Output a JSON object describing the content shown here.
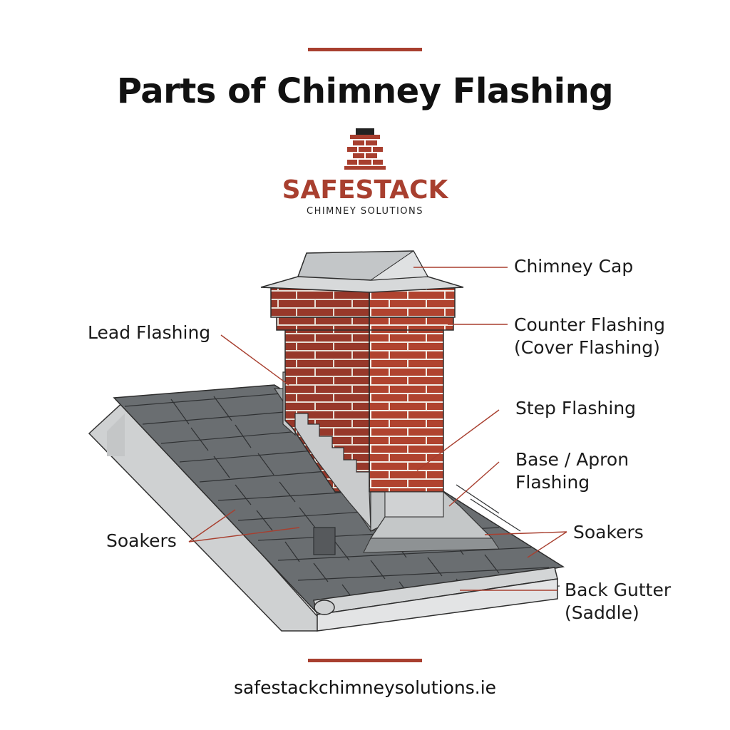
{
  "header": {
    "title": "Parts of Chimney Flashing"
  },
  "brand": {
    "name": "SAFESTACK",
    "tagline": "CHIMNEY SOLUTIONS",
    "logo_icon": "brick-chimney-icon"
  },
  "labels": {
    "chimney_cap": "Chimney Cap",
    "counter_flashing_1": "Counter Flashing",
    "counter_flashing_2": "(Cover Flashing)",
    "lead_flashing": "Lead Flashing",
    "step_flashing": "Step Flashing",
    "apron_flashing_1": "Base / Apron",
    "apron_flashing_2": "Flashing",
    "soakers_left": "Soakers",
    "soakers_right": "Soakers",
    "back_gutter_1": "Back Gutter",
    "back_gutter_2": "(Saddle)"
  },
  "footer": {
    "url": "safestackchimneysolutions.ie"
  },
  "colors": {
    "accent": "#a83f2f",
    "brick": "#b0432f",
    "mortar": "#f1ece6",
    "slate": "#5f6366",
    "metal": "#b9bcbe",
    "leader_line": "#a83f2f"
  }
}
